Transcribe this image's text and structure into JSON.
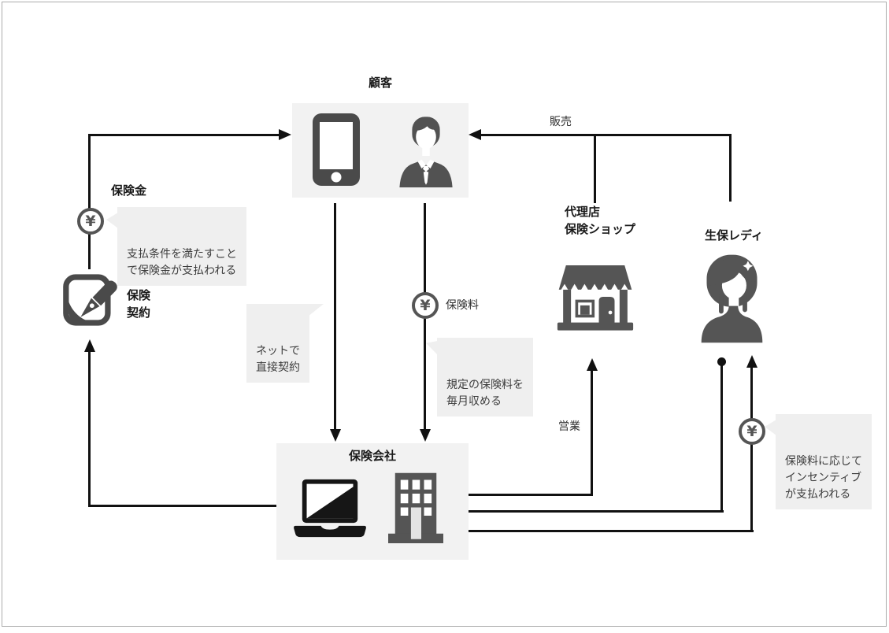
{
  "diagram": {
    "title": "insurance-distribution-flow",
    "colors": {
      "icon_gray": "#555555",
      "dark_icon": "#161616",
      "line": "#111111",
      "entity_box_bg": "#f2f2f2",
      "bubble_bg": "#efefef",
      "page_border": "#ababab"
    },
    "nodes": {
      "customer": {
        "label": "顧客"
      },
      "insurance_company": {
        "label": "保険会社"
      },
      "agency": {
        "label_lines": [
          "代理店",
          "保険ショップ"
        ]
      },
      "sales_lady": {
        "label": "生保レディ"
      },
      "contract": {
        "label_lines": [
          "保険",
          "契約"
        ]
      },
      "benefit": {
        "label": "保険金"
      }
    },
    "edges": {
      "sales": {
        "label": "販売"
      },
      "sales_activity": {
        "label": "営業"
      },
      "premium": {
        "label": "保険料"
      }
    },
    "callouts": {
      "benefit_note": {
        "lines": [
          "支払条件を満たすこと",
          "で保険金が支払われる"
        ]
      },
      "net_contract": {
        "lines": [
          "ネットで",
          "直接契約"
        ]
      },
      "premium_note": {
        "lines": [
          "規定の保険料を",
          "毎月収める"
        ]
      },
      "incentive_note": {
        "lines": [
          "保険料に応じて",
          "インセンティブ",
          "が支払われる"
        ]
      }
    },
    "badges": {
      "yen_symbol": "¥"
    }
  }
}
